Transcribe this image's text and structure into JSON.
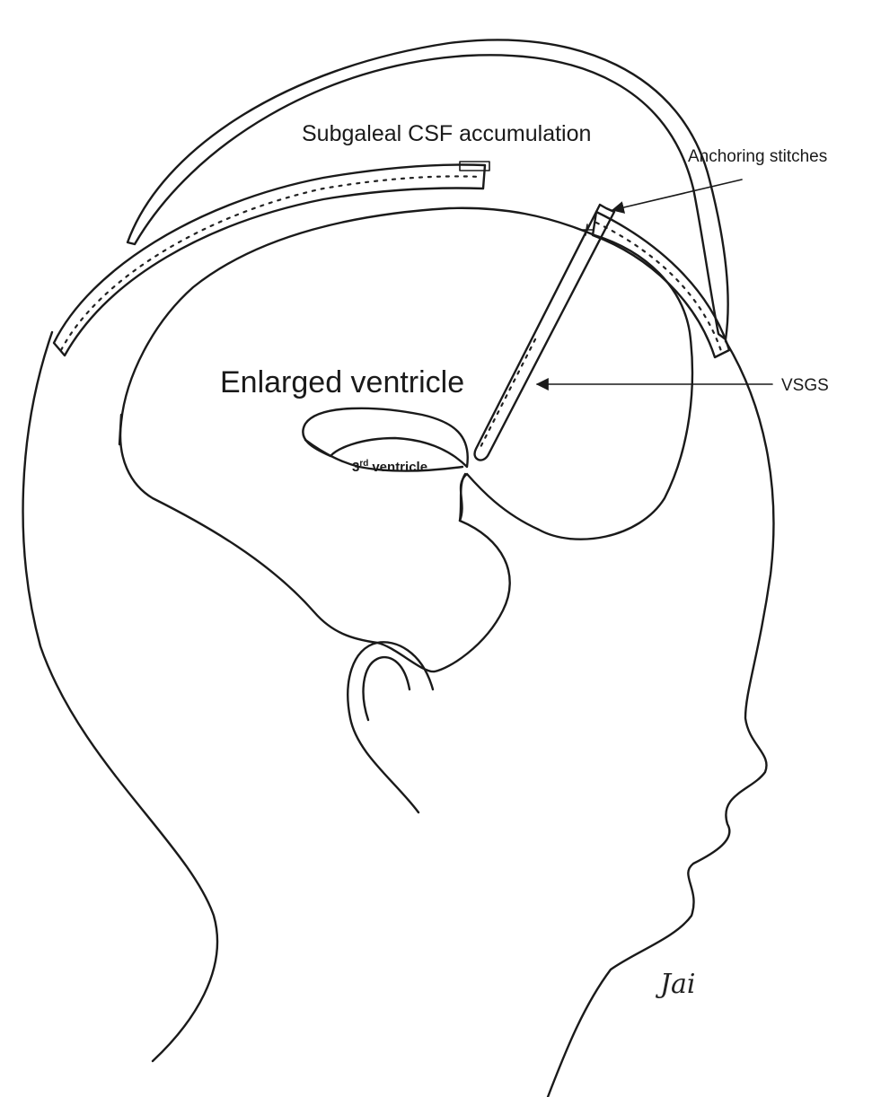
{
  "labels": {
    "subgaleal": "Subgaleal CSF accumulation",
    "anchoring": "Anchoring stitches",
    "enlarged_ventricle": "Enlarged ventricle",
    "vsgs": "VSGS",
    "third_ventricle_sup": "rd",
    "third_ventricle_num": "3",
    "third_ventricle_word": "ventricle"
  },
  "signature": "Jai"
}
